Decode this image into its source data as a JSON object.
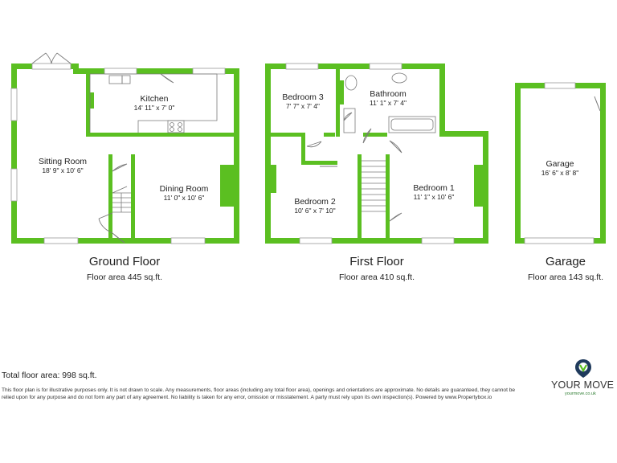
{
  "colors": {
    "wall": "#5bbf21",
    "fixture": "#7a7a7a",
    "text": "#222222",
    "brand_dark": "#1f3a5c",
    "brand_green": "#5bbf21"
  },
  "rooms": {
    "sitting_room": {
      "name": "Sitting Room",
      "dims": "18' 9\" x 10' 6\""
    },
    "kitchen": {
      "name": "Kitchen",
      "dims": "14' 11\" x 7' 0\""
    },
    "dining_room": {
      "name": "Dining Room",
      "dims": "11' 0\" x 10' 6\""
    },
    "bedroom_3": {
      "name": "Bedroom 3",
      "dims": "7' 7\" x 7' 4\""
    },
    "bathroom": {
      "name": "Bathroom",
      "dims": "11' 1\" x 7' 4\""
    },
    "bedroom_2": {
      "name": "Bedroom 2",
      "dims": "10' 6\" x 7' 10\""
    },
    "bedroom_1": {
      "name": "Bedroom 1",
      "dims": "11' 1\" x 10' 6\""
    },
    "garage": {
      "name": "Garage",
      "dims": "16' 6\" x 8' 8\""
    }
  },
  "floors": {
    "ground": {
      "title": "Ground Floor",
      "area": "Floor area 445 sq.ft."
    },
    "first": {
      "title": "First Floor",
      "area": "Floor area 410 sq.ft."
    },
    "garage": {
      "title": "Garage",
      "area": "Floor area 143 sq.ft."
    }
  },
  "total_area": "Total floor area: 998 sq.ft.",
  "disclaimer": "This floor plan is for illustrative purposes only. It is not drawn to scale. Any measurements, floor areas (including any total floor area), openings and orientations are approximate. No details are guaranteed, they cannot be relied upon for any purpose and do not form any part of any agreement. No liability is taken for any error, omission or misstatement. A party must rely upon its own inspection(s). Powered by www.Propertybox.io",
  "brand": {
    "name": "YOUR MOVE",
    "url": "yourmove.co.uk"
  }
}
